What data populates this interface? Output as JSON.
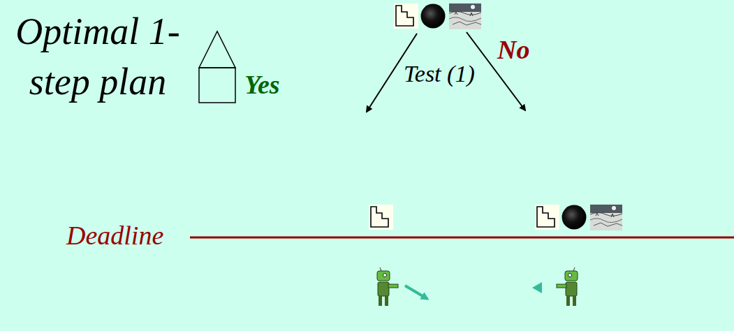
{
  "diagram": {
    "labels": [
      "Optimal 1-step plan",
      "Yes",
      "Test (1)",
      "No",
      "Deadline"
    ]
  }
}
